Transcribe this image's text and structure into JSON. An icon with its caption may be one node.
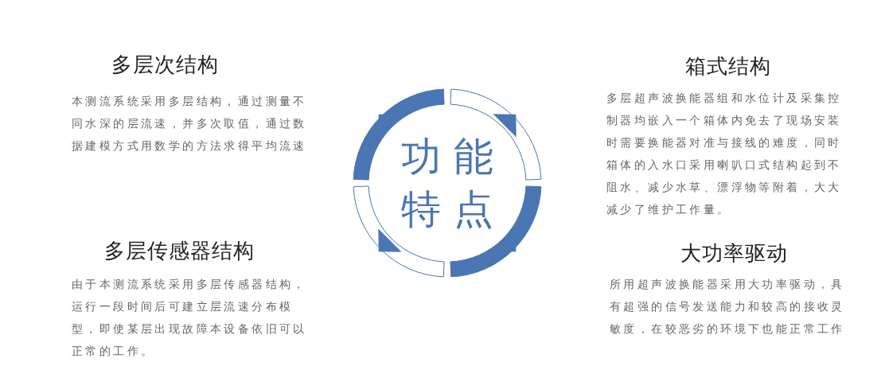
{
  "diagram": {
    "nodes": [
      {
        "text": [
          "功能特点"
        ]
      }
    ],
    "labels": [
      "多层次结构",
      "本测流系统采用多层结构，通过测量不同水深的层流速，并多次取值，通过数据建模方式用数学的方法求得平均流速",
      "箱式结构",
      "多层超声波换能器组和水位计及采集控制器均嵌入一个箱体内免去了现场安装时需要换能器对准与接线的难度，同时箱体的入水口采用喇叭口式结构起到不阻水、减少水草、漂浮物等附着，大大减少了维护工作量。",
      "多层传感器结构",
      "由于本测流系统采用多层传感器结构，运行一段时间后可建立层流速分布模型，即使某层出现故障本设备依旧可以正常的工作。",
      "大功率驱动",
      "所用超声波换能器采用大功率驱动，具有超强的信号发送能力和较高的接收灵敏度，在较恶劣的环境下也能正常工作"
    ]
  }
}
